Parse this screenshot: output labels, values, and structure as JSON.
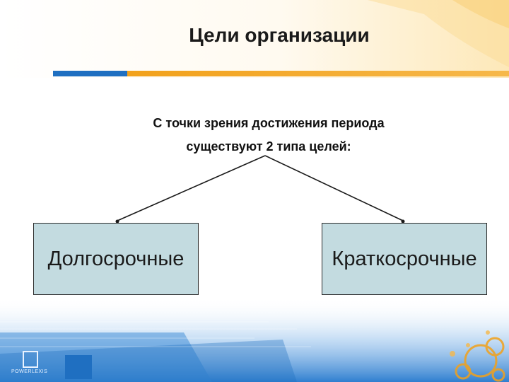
{
  "slide": {
    "title": "Цели организации",
    "subtitle_line1": "С точки зрения достижения периода",
    "subtitle_line2": "существуют 2 типа целей:"
  },
  "diagram": {
    "nodes": [
      {
        "id": "long-term",
        "label": "Долгосрочные"
      },
      {
        "id": "short-term",
        "label": "Краткосрочные"
      }
    ],
    "edges": [
      {
        "from": "subtitle",
        "to": "long-term"
      },
      {
        "from": "subtitle",
        "to": "short-term"
      }
    ],
    "box_fill": "#c3dbe0"
  },
  "footer": {
    "logo_text": "POWERLEXIS"
  },
  "colors": {
    "accent_blue": "#1f6fc1",
    "accent_gold": "#f2a11b"
  }
}
